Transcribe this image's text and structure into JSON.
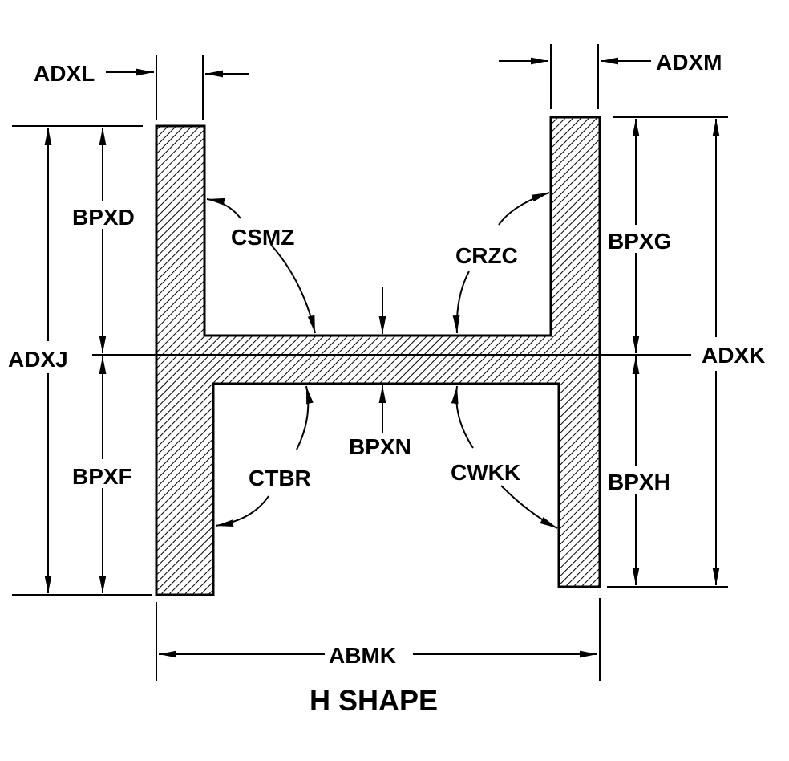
{
  "title": "H SHAPE",
  "labels": {
    "adxl": "ADXL",
    "adxm": "ADXM",
    "adxj": "ADXJ",
    "adxk": "ADXK",
    "bpxd": "BPXD",
    "bpxf": "BPXF",
    "bpxg": "BPXG",
    "bpxh": "BPXH",
    "bpxn": "BPXN",
    "csmz": "CSMZ",
    "crzc": "CRZC",
    "ctbr": "CTBR",
    "cwkk": "CWKK",
    "abmk": "ABMK"
  },
  "colors": {
    "line": "#000000",
    "background": "#ffffff"
  }
}
